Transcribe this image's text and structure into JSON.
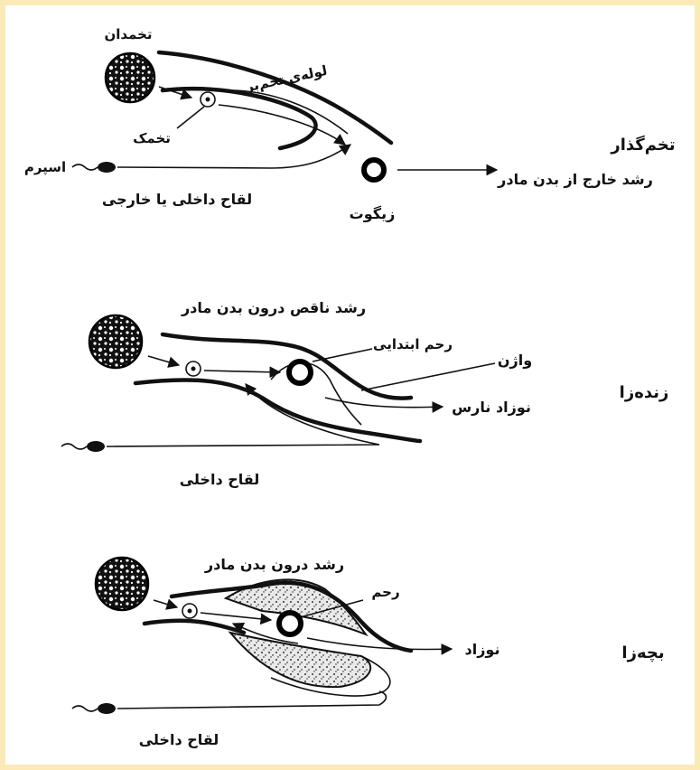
{
  "colors": {
    "border": "#fbe9b8",
    "background": "#ffffff",
    "ink": "#111111"
  },
  "oviparous": {
    "category": "تخم‌گذار",
    "ovary": "تخمدان",
    "oviduct": "لوله‌ی تخم‌بر",
    "ovum": "تخمک",
    "sperm": "اسپرم",
    "fertilization": "لقاح داخلی یا خارجی",
    "zygote": "زیگوت",
    "development": "رشد خارج از بدن مادر"
  },
  "ovoviviparous": {
    "category": "زنده‌زا",
    "development": "رشد ناقص درون بدن مادر",
    "primitive_uterus": "رحم ابتدایی",
    "vagina": "واژن",
    "offspring": "نوزاد نارس",
    "fertilization": "لقاح داخلی"
  },
  "viviparous": {
    "category": "بچه‌زا",
    "development": "رشد درون بدن مادر",
    "uterus": "رحم",
    "offspring": "نوزاد",
    "fertilization": "لقاح داخلی"
  }
}
